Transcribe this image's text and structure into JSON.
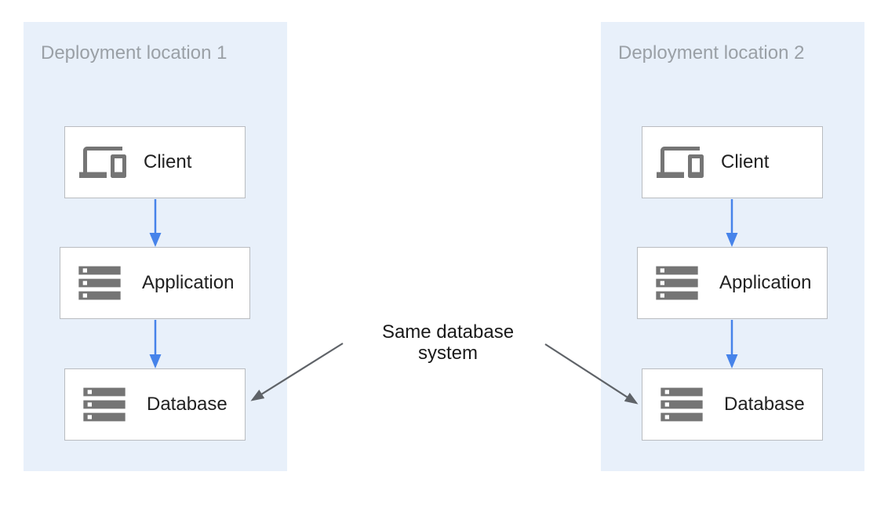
{
  "panels": [
    {
      "title": "Deployment location 1",
      "nodes": [
        {
          "label": "Client",
          "icon": "devices-icon"
        },
        {
          "label": "Application",
          "icon": "server-stack-icon"
        },
        {
          "label": "Database",
          "icon": "server-stack-icon"
        }
      ]
    },
    {
      "title": "Deployment location 2",
      "nodes": [
        {
          "label": "Client",
          "icon": "devices-icon"
        },
        {
          "label": "Application",
          "icon": "server-stack-icon"
        },
        {
          "label": "Database",
          "icon": "server-stack-icon"
        }
      ]
    }
  ],
  "annotation": {
    "lines": [
      "Same database",
      "system"
    ]
  },
  "colors": {
    "panel_bg": "#E8F0FA",
    "panel_title": "#9AA0A6",
    "node_bg": "#FFFFFF",
    "node_border": "#B9BCC0",
    "label": "#212121",
    "icon": "#757575",
    "flow_arrow": "#4683EA",
    "annotation_arrow": "#5F6368",
    "annotation_text": "#1A1A1A"
  }
}
